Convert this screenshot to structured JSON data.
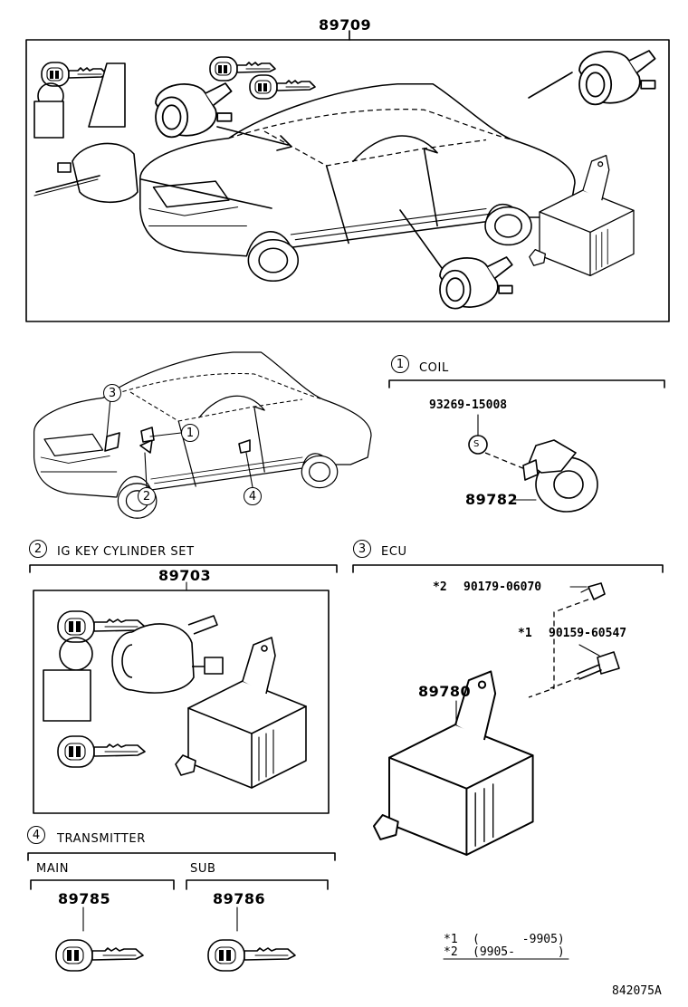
{
  "diagram": {
    "top_group": {
      "part_number": "89709"
    },
    "sections": [
      {
        "badge": "1",
        "title": "COIL",
        "parts": [
          {
            "number": "93269-15008"
          },
          {
            "number": "89782"
          }
        ],
        "clip_symbol": "S"
      },
      {
        "badge": "2",
        "title": "IG KEY CYLINDER SET",
        "parts": [
          {
            "number": "89703"
          }
        ]
      },
      {
        "badge": "3",
        "title": "ECU",
        "parts": [
          {
            "prefix": "*2",
            "number": "90179-06070"
          },
          {
            "prefix": "*1",
            "number": "90159-60547"
          },
          {
            "number": "89780"
          }
        ]
      },
      {
        "badge": "4",
        "title": "TRANSMITTER",
        "subgroups": [
          {
            "title": "MAIN",
            "number": "89785"
          },
          {
            "title": "SUB",
            "number": "89786"
          }
        ]
      }
    ],
    "callouts": [
      "3",
      "1",
      "2",
      "4"
    ],
    "legend": [
      {
        "mark": "*1",
        "range": "(      -9905)"
      },
      {
        "mark": "*2",
        "range": "(9905-      )"
      }
    ],
    "illustration_code": "842075A"
  }
}
